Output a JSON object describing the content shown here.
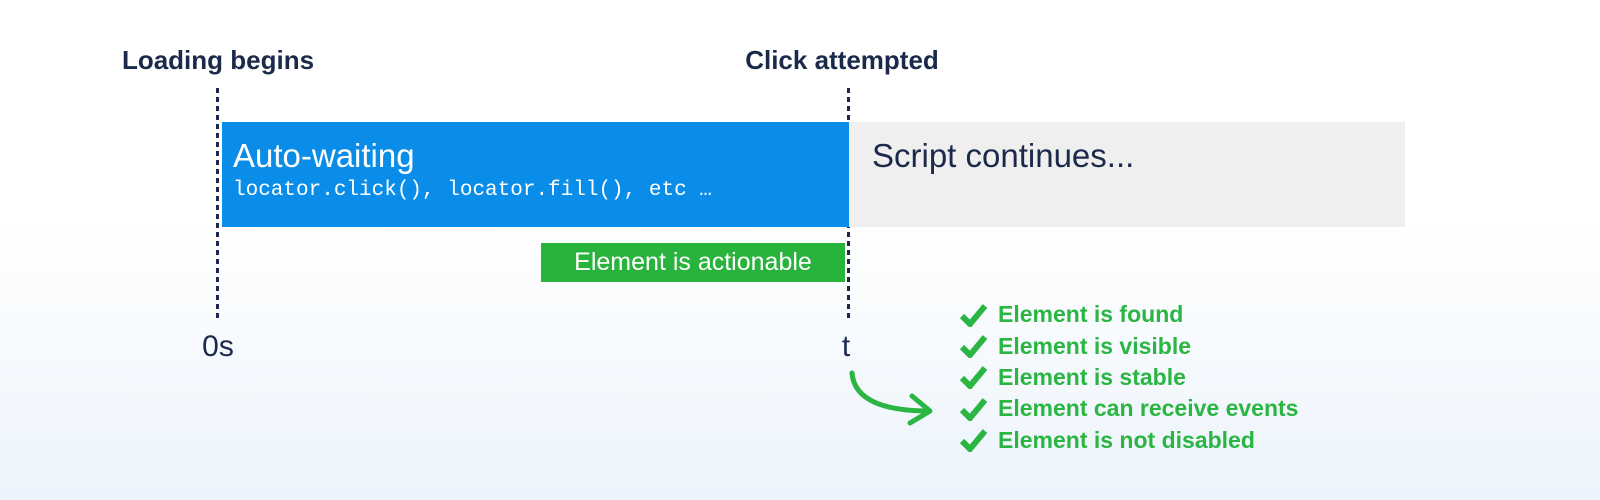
{
  "timeline": {
    "loading_label": "Loading begins",
    "click_label": "Click attempted",
    "start_tick": "0s",
    "end_tick": "t"
  },
  "bars": {
    "auto_waiting": {
      "title": "Auto-waiting",
      "code": "locator.click(), locator.fill(), etc …"
    },
    "script": {
      "label": "Script continues..."
    }
  },
  "badge": {
    "label": "Element is actionable"
  },
  "checklist": {
    "items": [
      "Element is found",
      "Element is visible",
      "Element is stable",
      "Element can receive events",
      "Element is not disabled"
    ]
  },
  "colors": {
    "bar_blue": "#0a8de9",
    "bar_gray": "#efefef",
    "badge_green": "#27b33c",
    "check_green": "#2bb542",
    "text_navy": "#1b2a4a",
    "background_bottom": "#ecf3fc"
  }
}
